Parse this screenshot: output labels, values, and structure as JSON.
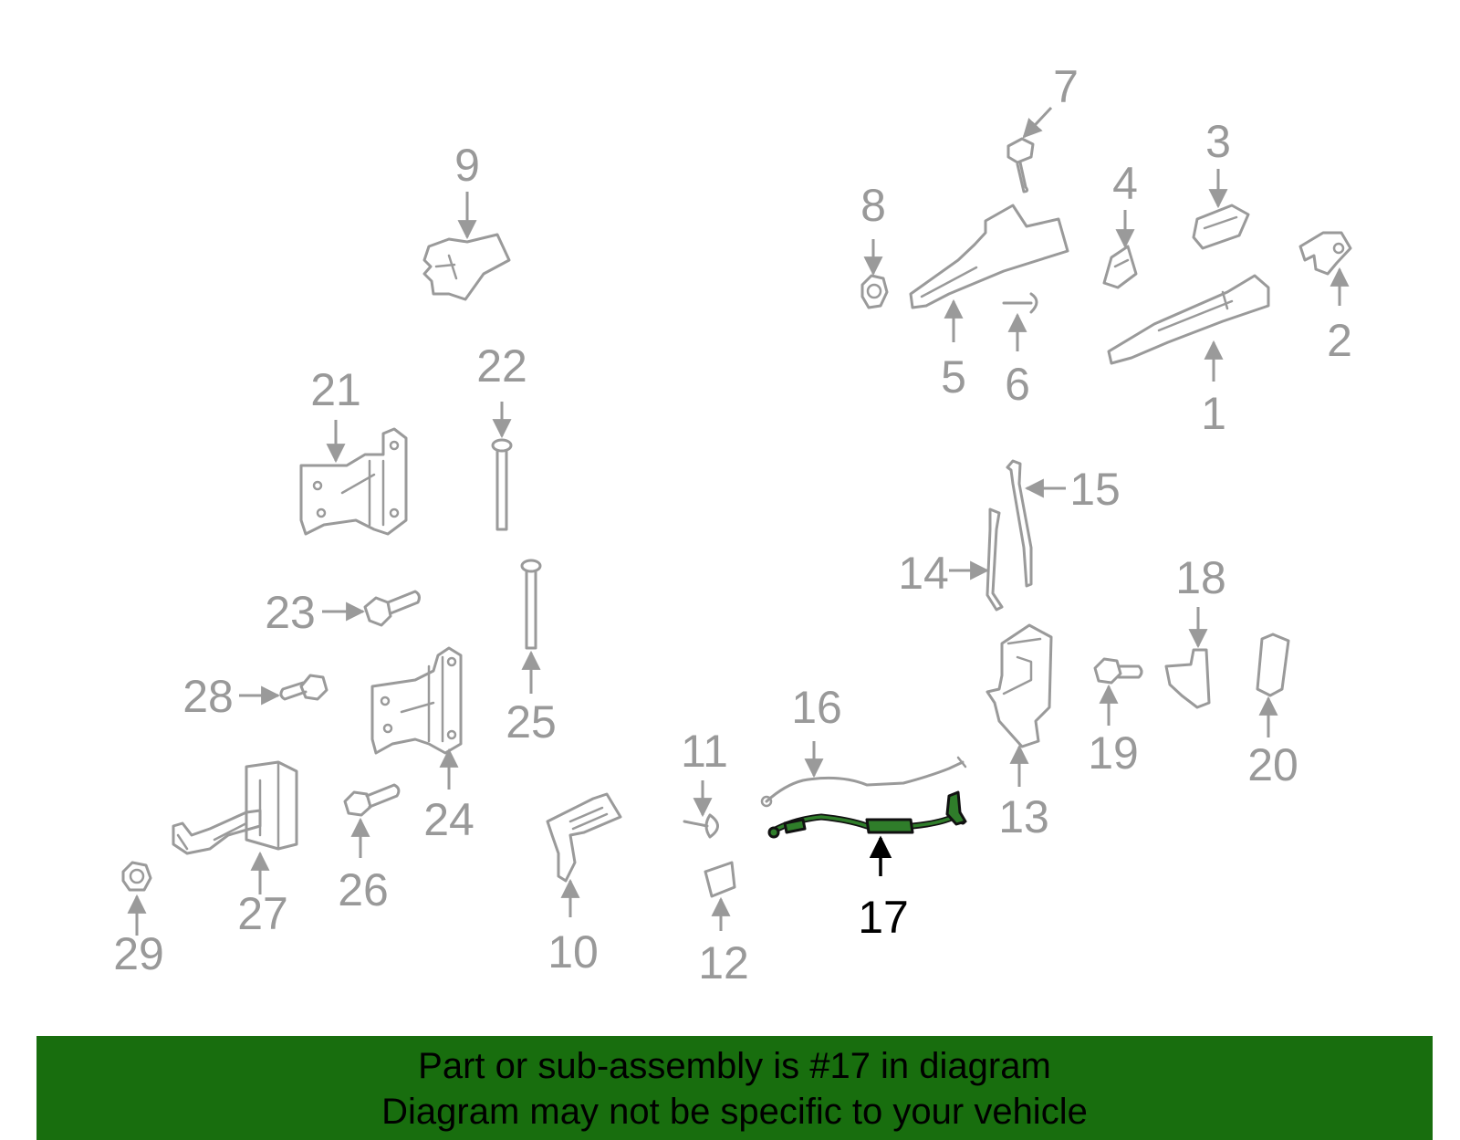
{
  "diagram": {
    "highlight_color": "#2f7d2a",
    "part_color": "#9a9a9a",
    "highlighted_part": "17",
    "callouts": {
      "c1": "1",
      "c2": "2",
      "c3": "3",
      "c4": "4",
      "c5": "5",
      "c6": "6",
      "c7": "7",
      "c8": "8",
      "c9": "9",
      "c10": "10",
      "c11": "11",
      "c12": "12",
      "c13": "13",
      "c14": "14",
      "c15": "15",
      "c16": "16",
      "c17": "17",
      "c18": "18",
      "c19": "19",
      "c20": "20",
      "c21": "21",
      "c22": "22",
      "c23": "23",
      "c24": "24",
      "c25": "25",
      "c26": "26",
      "c27": "27",
      "c28": "28",
      "c29": "29"
    }
  },
  "banner": {
    "background": "#186e0e",
    "line1": "Part or sub-assembly is #17 in diagram",
    "line2": "Diagram may not be specific to your vehicle"
  }
}
